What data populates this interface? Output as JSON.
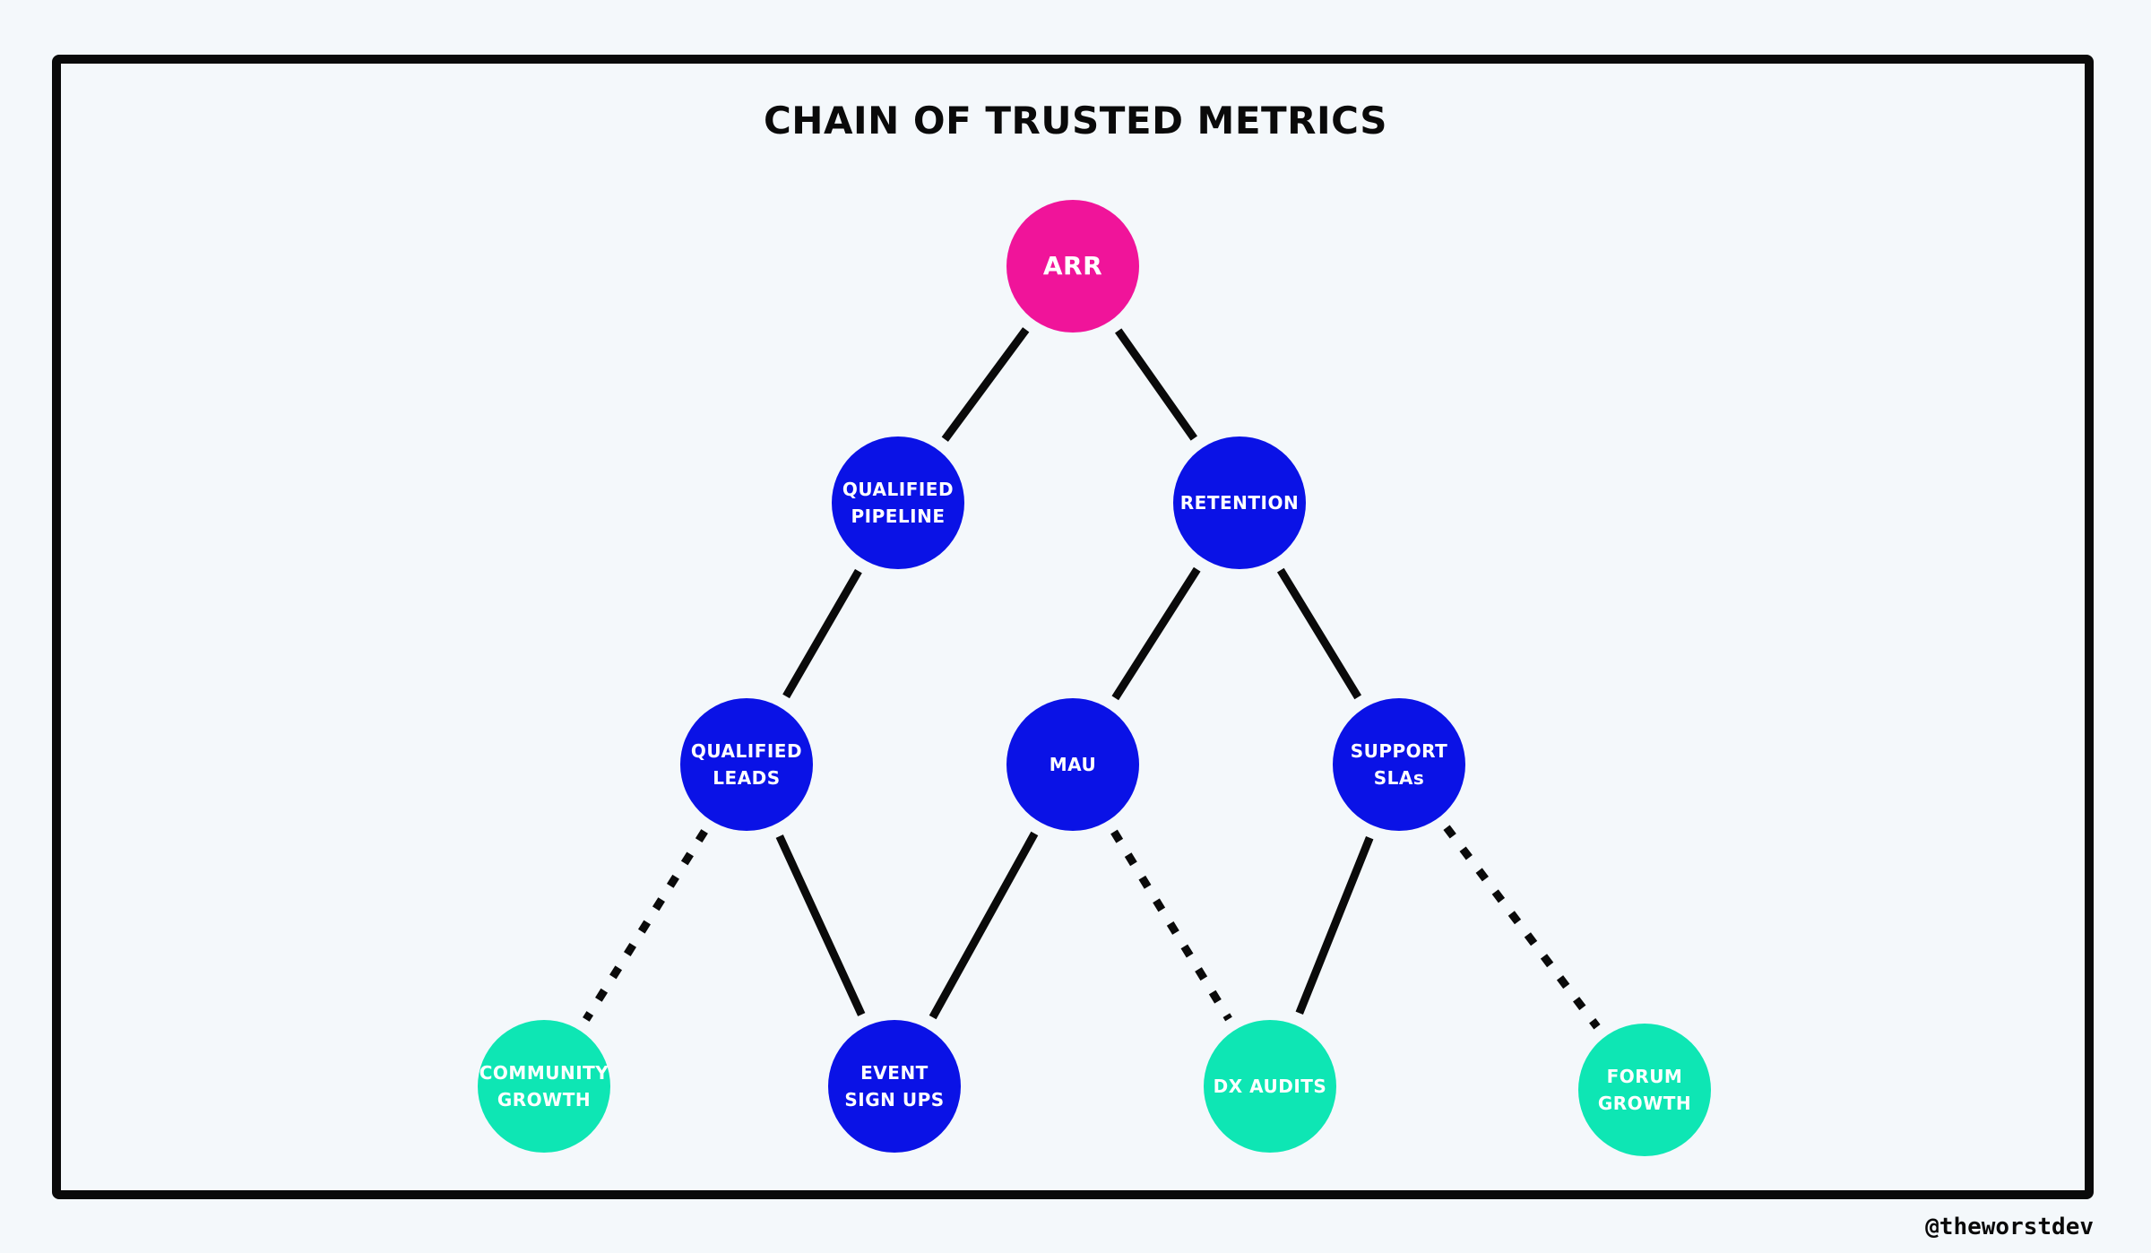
{
  "title": "CHAIN OF TRUSTED METRICS",
  "credit": "@theworstdev",
  "colors": {
    "background": "#f4f8fb",
    "frame": "#0a0a0a",
    "top": "#f0149a",
    "trusted": "#0a12e6",
    "leading": "#0ee6b4",
    "edge": "#0a0a0a"
  },
  "nodes": [
    {
      "id": "arr",
      "label": "ARR",
      "kind": "top"
    },
    {
      "id": "qualified-pipeline",
      "label": "QUALIFIED\nPIPELINE",
      "kind": "trusted"
    },
    {
      "id": "retention",
      "label": "RETENTION",
      "kind": "trusted"
    },
    {
      "id": "qualified-leads",
      "label": "QUALIFIED\nLEADS",
      "kind": "trusted"
    },
    {
      "id": "mau",
      "label": "MAU",
      "kind": "trusted"
    },
    {
      "id": "support-slas",
      "label": "SUPPORT\nSLAs",
      "kind": "trusted"
    },
    {
      "id": "community-growth",
      "label": "COMMUNITY\nGROWTH",
      "kind": "leading"
    },
    {
      "id": "event-sign-ups",
      "label": "EVENT\nSIGN UPS",
      "kind": "trusted"
    },
    {
      "id": "dx-audits",
      "label": "DX AUDITS",
      "kind": "leading"
    },
    {
      "id": "forum-growth",
      "label": "FORUM\nGROWTH",
      "kind": "leading"
    }
  ],
  "edges": [
    {
      "from": "arr",
      "to": "qualified-pipeline",
      "style": "solid"
    },
    {
      "from": "arr",
      "to": "retention",
      "style": "solid"
    },
    {
      "from": "qualified-pipeline",
      "to": "qualified-leads",
      "style": "solid"
    },
    {
      "from": "retention",
      "to": "mau",
      "style": "solid"
    },
    {
      "from": "retention",
      "to": "support-slas",
      "style": "solid"
    },
    {
      "from": "qualified-leads",
      "to": "community-growth",
      "style": "dotted"
    },
    {
      "from": "qualified-leads",
      "to": "event-sign-ups",
      "style": "solid"
    },
    {
      "from": "mau",
      "to": "event-sign-ups",
      "style": "solid"
    },
    {
      "from": "mau",
      "to": "dx-audits",
      "style": "dotted"
    },
    {
      "from": "support-slas",
      "to": "dx-audits",
      "style": "solid"
    },
    {
      "from": "support-slas",
      "to": "forum-growth",
      "style": "dotted"
    }
  ]
}
